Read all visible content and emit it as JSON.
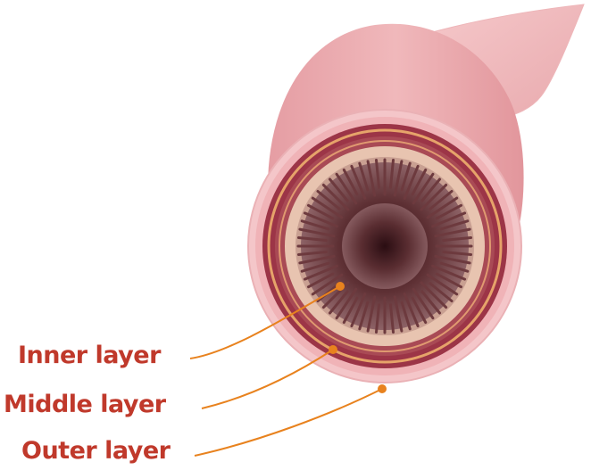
{
  "labels": {
    "inner": "Inner layer",
    "middle": "Middle layer",
    "outer": "Outer layer"
  },
  "colors": {
    "label_text": "#c0392b",
    "leader_line": "#e8821e",
    "outer_layer": "#f3c3c6",
    "tube_body": "#eba9ad",
    "middle_layer_dark": "#9c3547",
    "middle_layer_band": "#e6a36a",
    "inner_layer": "#e8c4b0",
    "lumen_center": "#2a0d12",
    "villi": "#6d3a3e"
  }
}
